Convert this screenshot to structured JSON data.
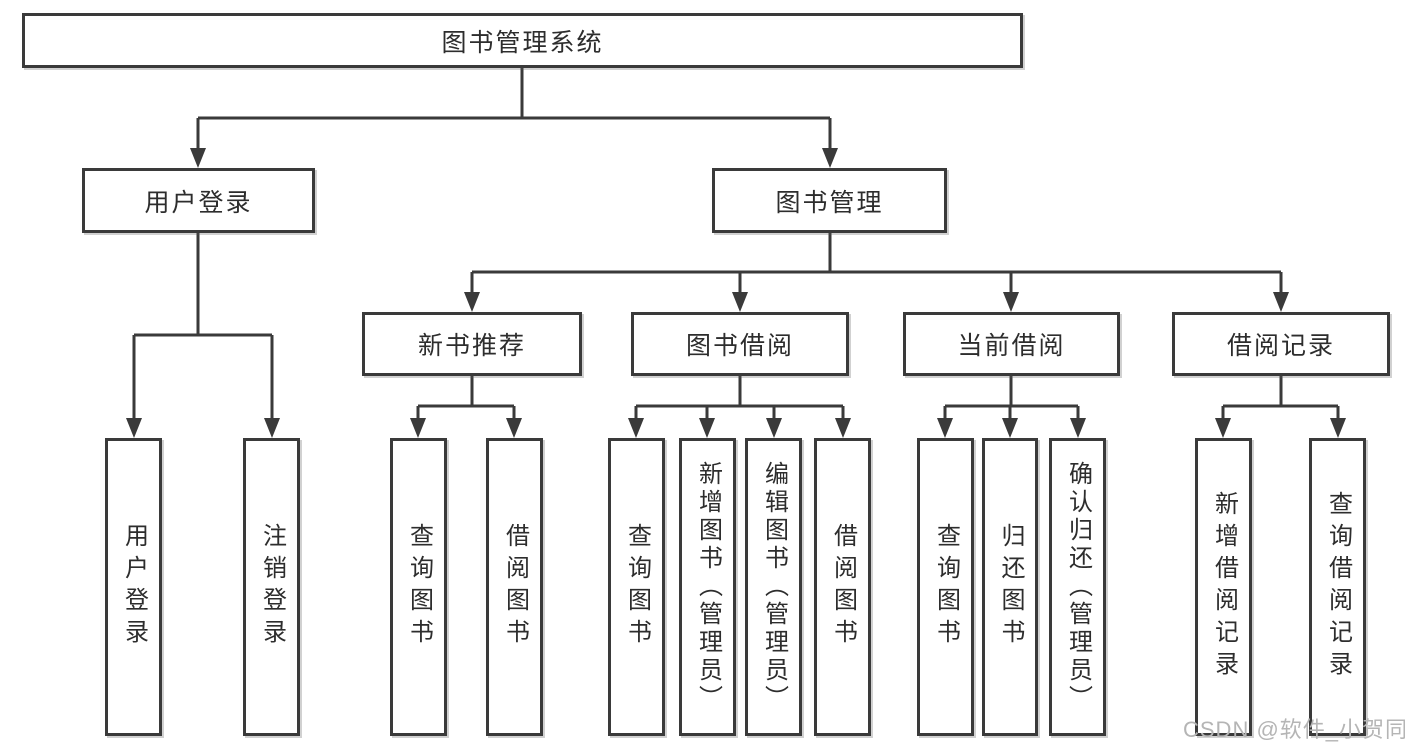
{
  "tree": {
    "root": "图书管理系统",
    "user": {
      "label": "用户登录",
      "children": [
        "用户登录",
        "注销登录"
      ]
    },
    "mgmt": {
      "label": "图书管理",
      "sections": [
        {
          "label": "新书推荐",
          "children": [
            "查询图书",
            "借阅图书"
          ]
        },
        {
          "label": "图书借阅",
          "children": [
            "查询图书",
            "新增图书（管理员）",
            "编辑图书（管理员）",
            "借阅图书"
          ]
        },
        {
          "label": "当前借阅",
          "children": [
            "查询图书",
            "归还图书",
            "确认归还（管理员）"
          ]
        },
        {
          "label": "借阅记录",
          "children": [
            "新增借阅记录",
            "查询借阅记录"
          ]
        }
      ]
    }
  },
  "watermark": {
    "text": "CSDN @软件_小贺同学"
  },
  "colors": {
    "line": "#3a3a3a",
    "text": "#2d2d2d",
    "watermark": "#b5b5b5",
    "background": "#ffffff"
  }
}
